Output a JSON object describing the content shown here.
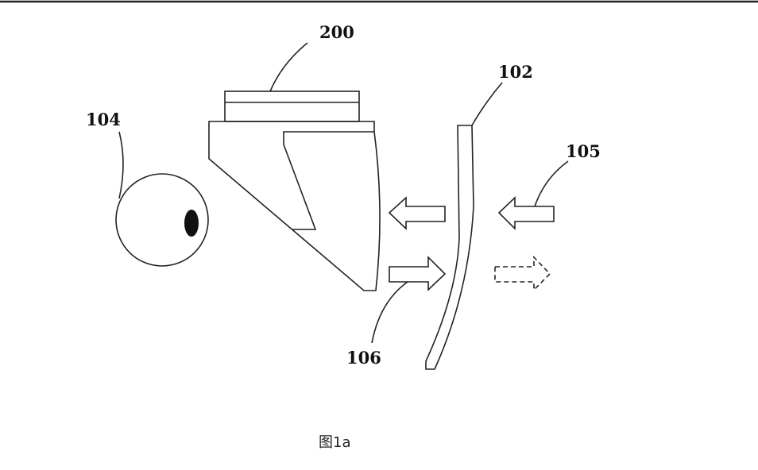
{
  "figure": {
    "caption": "图1a",
    "labels": {
      "display_module": "200",
      "eye": "104",
      "combiner": "102",
      "ambient_light": "105",
      "image_light": "106"
    }
  }
}
